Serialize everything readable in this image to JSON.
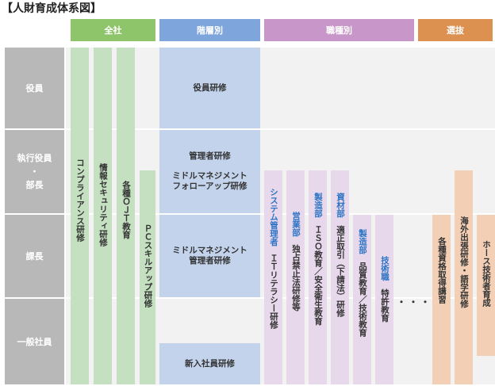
{
  "title": "【人財育成体系図】",
  "colors": {
    "all_company": "#8ec56b",
    "tiered": "#7ea6dc",
    "job_type": "#c896c8",
    "selection": "#dc9150",
    "row_label_bg": "#b8b8b8",
    "department_text": "#2e74c5"
  },
  "headers": {
    "all_company": "全社",
    "tiered": "階層別",
    "job_type": "職種別",
    "selection": "選抜"
  },
  "rows": {
    "officer": "役員",
    "executive_line1": "執行役員",
    "executive_line2": "・",
    "executive_line3": "部長",
    "section_chief": "課長",
    "general_staff": "一般社員"
  },
  "all_company_programs": [
    "コンプライアンス研修",
    "情報セキュリティ研修",
    "各種ＯＪＴ教育",
    "ＰＣスキルアップ研修"
  ],
  "tiered_programs": {
    "officer": "役員研修",
    "manager": "管理者研修",
    "middle_follow_line1": "ミドルマネジメント",
    "middle_follow_line2": "フォローアップ研修",
    "middle_mgr_line1": "ミドルマネジメント",
    "middle_mgr_line2": "管理者研修",
    "new_employee": "新入社員研修"
  },
  "job_programs": [
    {
      "department": "システム管理者",
      "program": "ＩＴリテラシー研修"
    },
    {
      "department": "営業部",
      "program": "独占禁止法研修等"
    },
    {
      "department": "製造部",
      "program": "ＩＳＯ教育／安全衛生教育"
    },
    {
      "department": "資材部",
      "program": "適正取引（下請法）研修"
    },
    {
      "department": "製造部",
      "program": "品質教育／技術教育"
    },
    {
      "department": "技術職",
      "program": "特許教育"
    }
  ],
  "ellipsis": "・・・",
  "selection_programs": [
    "各種資格取得講習",
    "海外出張研修・語学研修",
    "ホース技術者育成"
  ]
}
